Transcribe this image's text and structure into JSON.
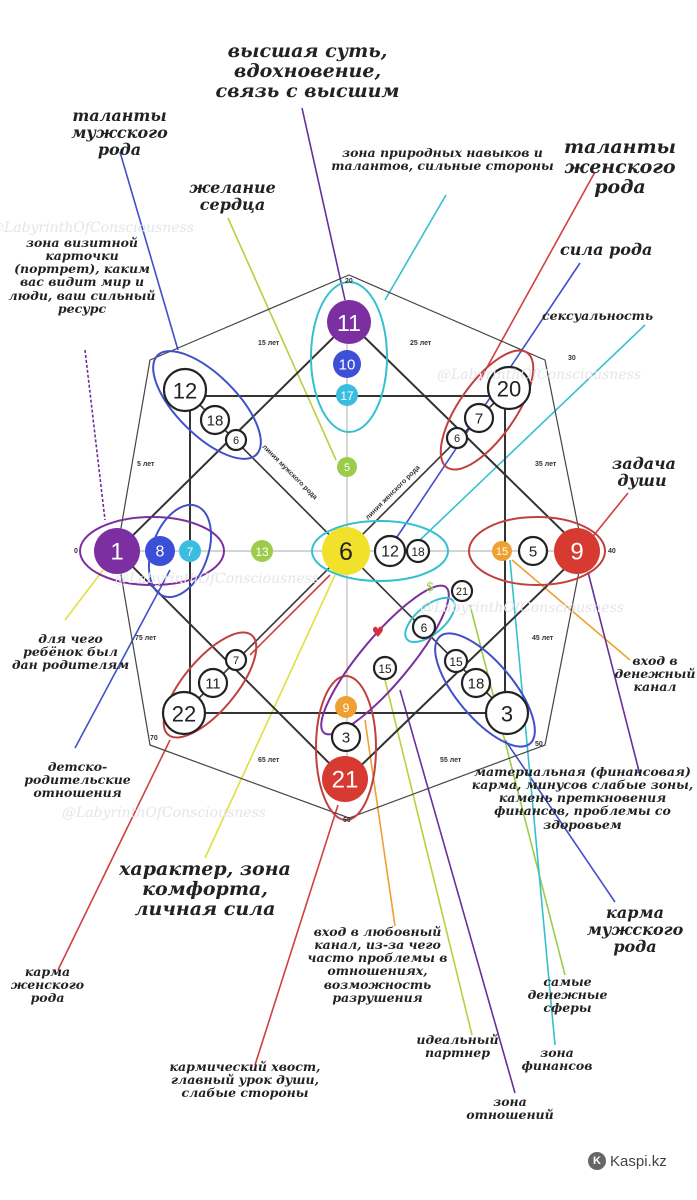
{
  "labels": {
    "higher_essence": "высшая суть, вдохновение, связь с высшим",
    "male_talents": "таланты мужского рода",
    "natural_skills": "зона природных навыков и талантов, сильные стороны",
    "female_talents": "таланты женского рода",
    "heart_desire": "желание сердца",
    "business_card": "зона визитной карточки (портрет), каким вас видит мир и люди, ваш сильный ресурс",
    "family_power": "сила рода",
    "sexuality": "сексуальность",
    "soul_task": "задача души",
    "why_child": "для чего ребёнок был дан родителям",
    "money_entry": "вход в денежный канал",
    "child_parent": "детско-родительские отношения",
    "material_karma": "материальная (финансовая) карма, минусов слабые зоны, камень преткновения финансов, проблемы со здоровьем",
    "character": "характер, зона комфорта, личная сила",
    "male_karma": "карма мужского рода",
    "female_karma": "карма женского рода",
    "love_entry": "вход в любовный канал, из-за чего часто проблемы в отношениях, возможность разрушения",
    "money_spheres": "самые денежные сферы",
    "ideal_partner": "идеальный партнер",
    "finance_zone": "зона финансов",
    "karmic_tail": "кармический хвост, главный урок души, слабые стороны",
    "relations_zone": "зона отношений"
  },
  "nodes": [
    {
      "value": "11",
      "color": "#7b2fa0"
    },
    {
      "value": "10",
      "color": "#3b4fd8"
    },
    {
      "value": "17",
      "color": "#3bbde0"
    },
    {
      "value": "5",
      "color": "#9ccc4a"
    },
    {
      "value": "6",
      "color": "#f2e12b"
    },
    {
      "value": "12",
      "color": "#ffffff"
    },
    {
      "value": "18",
      "color": "#ffffff"
    },
    {
      "value": "1",
      "color": "#7b2fa0"
    },
    {
      "value": "8",
      "color": "#3b4fd8"
    },
    {
      "value": "7",
      "color": "#3bbde0"
    },
    {
      "value": "13",
      "color": "#9ccc4a"
    },
    {
      "value": "9",
      "color": "#d63a30"
    },
    {
      "value": "5",
      "color": "#ffffff"
    },
    {
      "value": "15",
      "color": "#f0a030"
    },
    {
      "value": "12",
      "color": "#ffffff"
    },
    {
      "value": "18",
      "color": "#ffffff"
    },
    {
      "value": "6",
      "color": "#ffffff"
    },
    {
      "value": "20",
      "color": "#ffffff"
    },
    {
      "value": "7",
      "color": "#ffffff"
    },
    {
      "value": "6",
      "color": "#ffffff"
    },
    {
      "value": "22",
      "color": "#ffffff"
    },
    {
      "value": "11",
      "color": "#ffffff"
    },
    {
      "value": "7",
      "color": "#ffffff"
    },
    {
      "value": "3",
      "color": "#ffffff"
    },
    {
      "value": "18",
      "color": "#ffffff"
    },
    {
      "value": "15",
      "color": "#ffffff"
    },
    {
      "value": "21",
      "color": "#d63a30"
    },
    {
      "value": "3",
      "color": "#ffffff"
    },
    {
      "value": "9",
      "color": "#f0a030"
    },
    {
      "value": "21",
      "color": "#ffffff"
    },
    {
      "value": "6",
      "color": "#ffffff"
    },
    {
      "value": "15",
      "color": "#ffffff"
    }
  ],
  "ages": [
    "0",
    "5 лет",
    "15 лет",
    "20",
    "25 лет",
    "30",
    "35 лет",
    "40",
    "45 лет",
    "50",
    "55 лет",
    "60",
    "65 лет",
    "70",
    "75 лет"
  ],
  "line_captions": {
    "male_line": "линия мужского рода",
    "female_line": "линия женского рода"
  },
  "watermark": "@LabyrinthOfConsciousness",
  "kaspi": "Kaspi.kz"
}
